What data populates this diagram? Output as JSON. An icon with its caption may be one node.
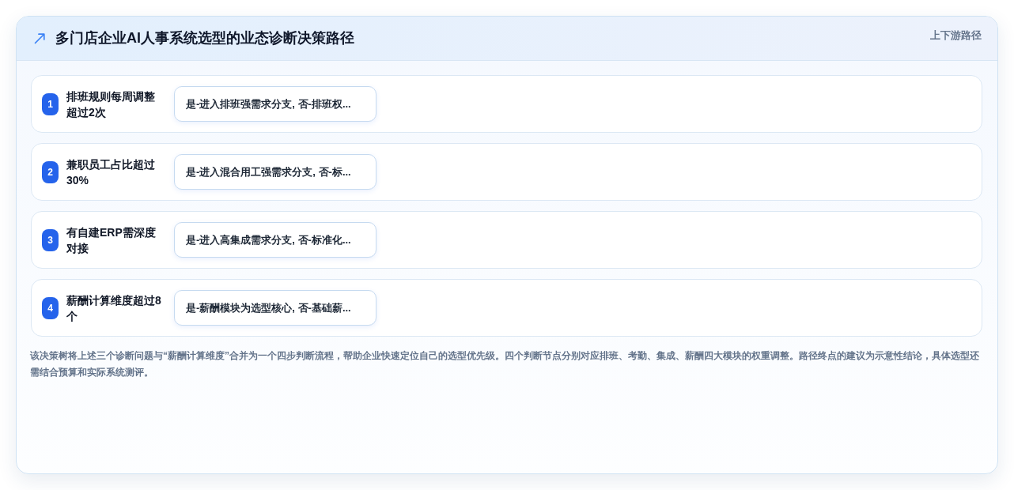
{
  "diagram": {
    "title": "多门店企业AI人事系统选型的业态诊断决策路径",
    "caption": "该决策树将上述三个诊断问题与“薪酬计算维度”合并为一个四步判断流程，帮助企业快速定位自己的选型优先级。四个判断节点分别对应排班、考勤、集成、薪酬四大模块的权重调整。路径终点的建议为示意性结论，具体选型还需结合预算和实际系统测评。",
    "nodes": [
      {
        "text": [
          "排班规则每周调整超过2次"
        ]
      },
      {
        "text": [
          "1"
        ],
        "in": 0
      },
      {
        "text": [
          "是-进入排班强需求分支, 否-排班权..."
        ],
        "in": 0
      },
      {
        "text": [
          "兼职员工占比超过30%"
        ]
      },
      {
        "text": [
          "2"
        ],
        "in": 3
      },
      {
        "text": [
          "是-进入混合用工强需求分支, 否-标..."
        ],
        "in": 3
      },
      {
        "text": [
          "有自建ERP需深度对接"
        ]
      },
      {
        "text": [
          "3"
        ],
        "in": 6
      },
      {
        "text": [
          "是-进入高集成需求分支, 否-标准化..."
        ],
        "in": 6
      },
      {
        "text": [
          "薪酬计算维度超过8个"
        ]
      },
      {
        "text": [
          "4"
        ],
        "in": 9
      },
      {
        "text": [
          "是-薪酬模块为选型核心, 否-基础薪..."
        ],
        "in": 9
      }
    ],
    "labels": [
      "上下游路径"
    ]
  }
}
